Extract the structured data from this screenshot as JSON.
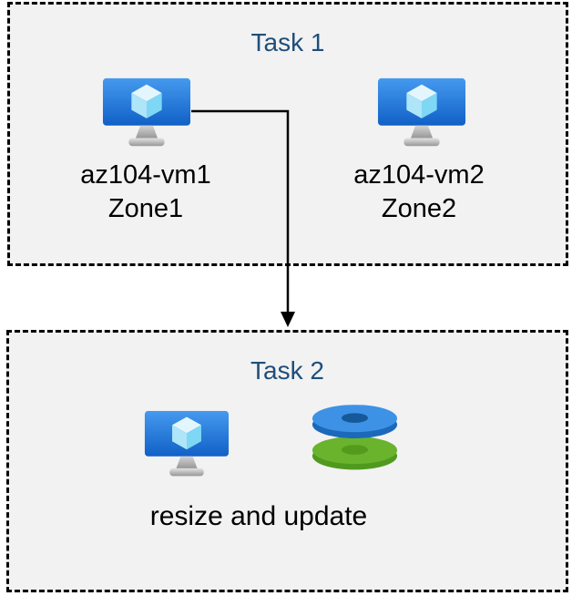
{
  "diagram": {
    "task1": {
      "title": "Task 1",
      "vms": [
        {
          "name": "az104-vm1",
          "zone": "Zone1"
        },
        {
          "name": "az104-vm2",
          "zone": "Zone2"
        }
      ]
    },
    "task2": {
      "title": "Task 2",
      "caption": "resize and update"
    },
    "icons": {
      "vm": "azure-virtual-machine-icon",
      "disks": "azure-managed-disks-icon",
      "arrow": "down-arrow-connector"
    },
    "colors": {
      "title_text": "#1f4e79",
      "box_fill": "#f2f2f2",
      "box_border": "#000000",
      "label_text": "#000000",
      "vm_screen_top": "#459aee",
      "vm_screen_bottom": "#1160c7",
      "disk_blue_top": "#3e92e6",
      "disk_blue_rim": "#1c69ba",
      "disk_green_top": "#69b32d",
      "disk_green_rim": "#4f9a1e"
    }
  }
}
